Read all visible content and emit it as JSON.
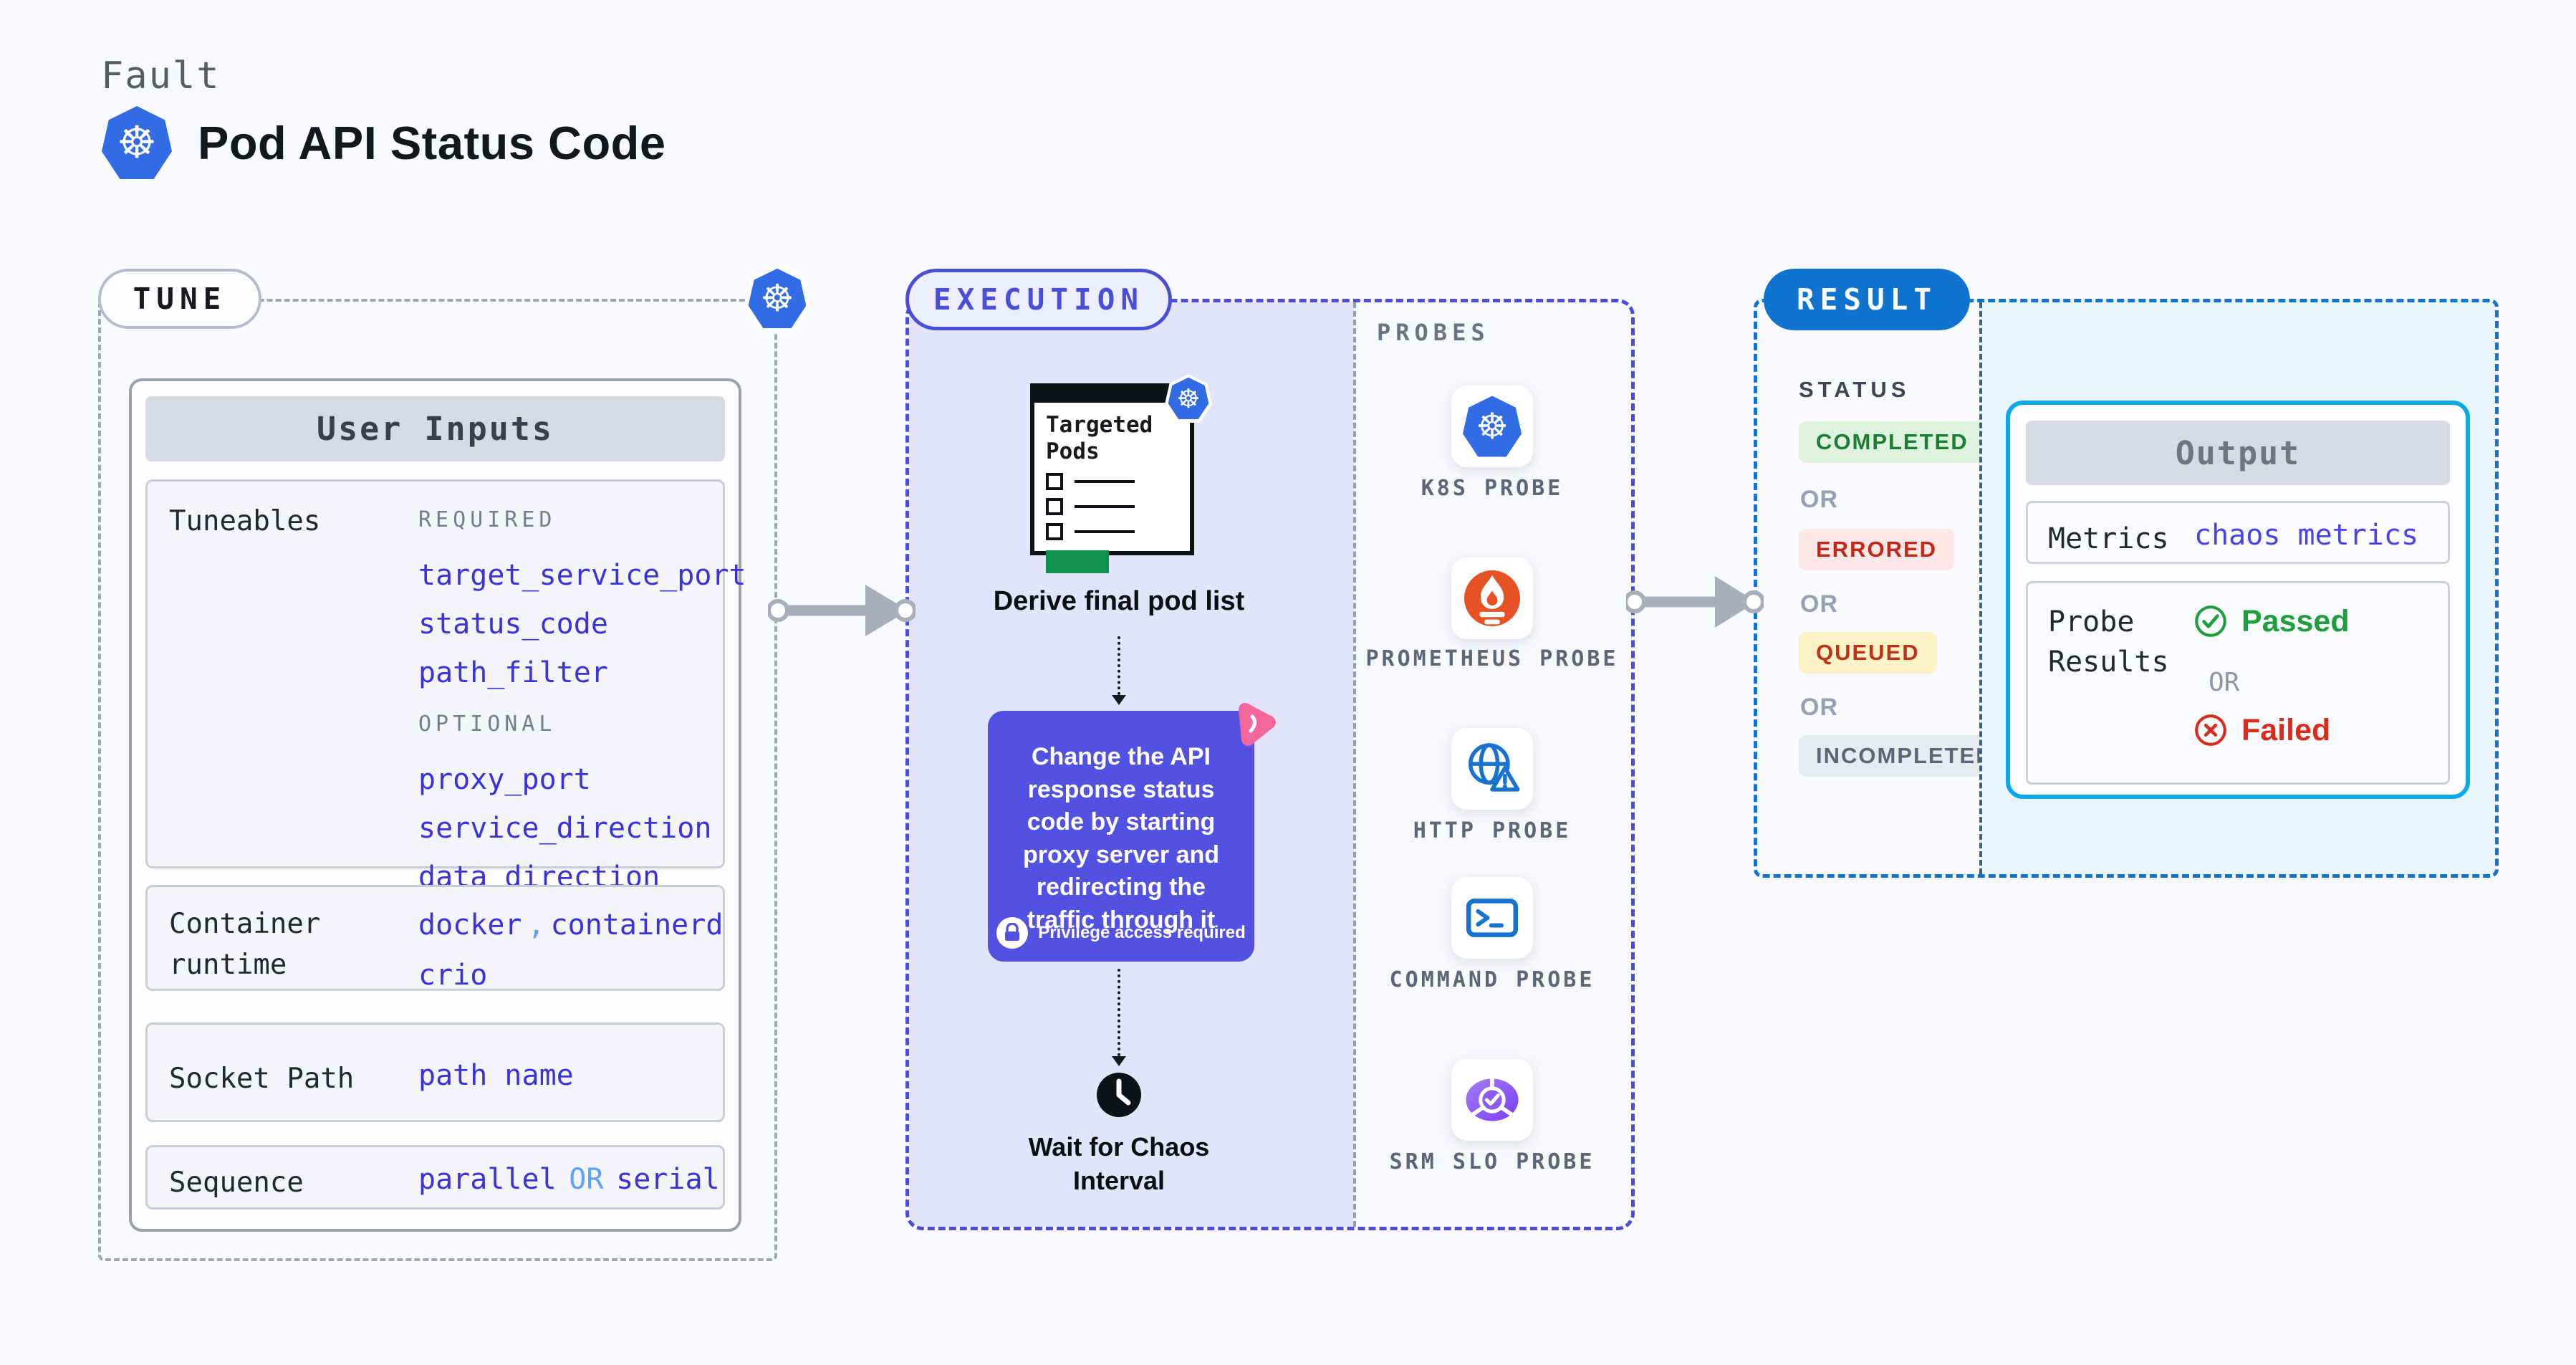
{
  "header": {
    "category": "Fault",
    "title": "Pod API Status Code"
  },
  "icons": {
    "k8s_wheel_glyph": "☸"
  },
  "tune": {
    "badge_label": "TUNE",
    "user_inputs_header": "User Inputs",
    "tuneables": {
      "label": "Tuneables",
      "required_label": "REQUIRED",
      "required": [
        "target_service_port",
        "status_code",
        "path_filter"
      ],
      "optional_label": "OPTIONAL",
      "optional": [
        "proxy_port",
        "service_direction",
        "data_direction"
      ]
    },
    "container_runtime": {
      "label": "Container runtime",
      "value_1": "docker",
      "separator": ",",
      "value_2": "containerd",
      "value_3": "crio"
    },
    "socket_path": {
      "label": "Socket Path",
      "value": "path name"
    },
    "sequence": {
      "label": "Sequence",
      "value_1": "parallel",
      "or_label": "OR",
      "value_2": "serial"
    }
  },
  "execution": {
    "badge_label": "EXECUTION",
    "targeted_pods_title": "Targeted Pods",
    "derive_label": "Derive final pod list",
    "callout_text": "Change the API response status code by starting proxy server and redirecting the traffic through it",
    "privilege_label": "Privilege access required",
    "wait_label": "Wait for Chaos Interval"
  },
  "probes": {
    "header": "PROBES",
    "items": [
      {
        "label": "K8S PROBE",
        "icon": "kubernetes-icon"
      },
      {
        "label": "PROMETHEUS PROBE",
        "icon": "prometheus-icon"
      },
      {
        "label": "HTTP PROBE",
        "icon": "http-globe-warning-icon"
      },
      {
        "label": "COMMAND PROBE",
        "icon": "terminal-icon"
      },
      {
        "label": "SRM SLO PROBE",
        "icon": "slo-pie-check-icon"
      }
    ]
  },
  "result": {
    "badge_label": "RESULT",
    "status_header": "STATUS",
    "or_label": "OR",
    "statuses": [
      {
        "label": "COMPLETED",
        "bg": "#ddf3de",
        "color": "#1e7d32"
      },
      {
        "label": "ERRORED",
        "bg": "#fce8e6",
        "color": "#c3271a"
      },
      {
        "label": "QUEUED",
        "bg": "#fdf1c6",
        "color": "#bb3419"
      },
      {
        "label": "INCOMPLETED",
        "bg": "#e8eaf1",
        "color": "#5d6476"
      }
    ],
    "output": {
      "header": "Output",
      "metrics_label": "Metrics",
      "metrics_value": "chaos metrics",
      "probe_results_label": "Probe Results",
      "passed_label": "Passed",
      "or_label": "OR",
      "failed_label": "Failed"
    }
  },
  "colors": {
    "page_bg": "#f8fafd",
    "accent_indigo": "#4a4ed6",
    "param_blue": "#3b31dd",
    "light_blue": "#5ea1f7",
    "result_blue": "#1173d0",
    "output_border_cyan": "#0aa9ea",
    "callout_bg": "#5351e2",
    "k8s_blue": "#326ce5",
    "prometheus_orange": "#e75225",
    "passed_green": "#1f9e3d",
    "failed_red": "#d72c1e",
    "litmus_pink": "#f4679d",
    "arrow_gray": "#a9aebb"
  }
}
